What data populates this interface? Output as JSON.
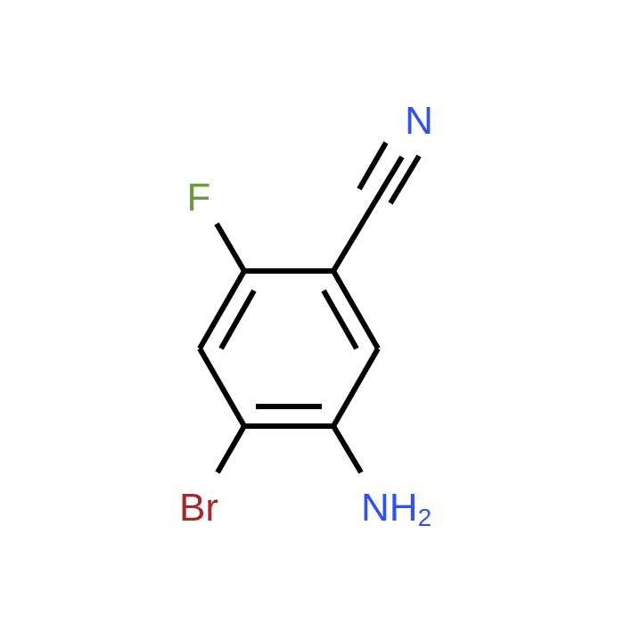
{
  "molecule": {
    "atoms": {
      "nitrile_n": {
        "label": "N",
        "color": "#3050f8"
      },
      "fluorine": {
        "label": "F",
        "color": "#6a9a3a"
      },
      "bromine": {
        "label": "Br",
        "color": "#a62929"
      },
      "amine": {
        "label": "NH",
        "subscript": "2",
        "color": "#3050f8"
      }
    },
    "bond_color": "#000000"
  }
}
